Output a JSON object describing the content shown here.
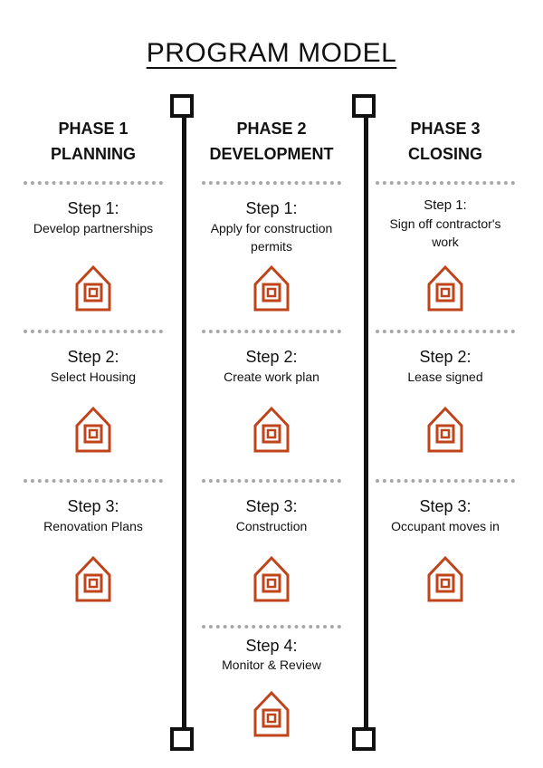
{
  "title": "PROGRAM MODEL",
  "colors": {
    "line": "#111111",
    "house": "#c0441a",
    "dots": "#a8a8a8"
  },
  "phases": [
    {
      "number": "PHASE 1",
      "name": "PLANNING",
      "steps": [
        {
          "title": "Step 1:",
          "desc": "Develop partnerships"
        },
        {
          "title": "Step 2:",
          "desc": "Select Housing"
        },
        {
          "title": "Step 3:",
          "desc": "Renovation Plans"
        }
      ]
    },
    {
      "number": "PHASE 2",
      "name": "DEVELOPMENT",
      "steps": [
        {
          "title": "Step 1:",
          "desc": "Apply for construction permits"
        },
        {
          "title": "Step 2:",
          "desc": "Create work plan"
        },
        {
          "title": "Step 3:",
          "desc": "Construction"
        },
        {
          "title": "Step 4:",
          "desc": "Monitor & Review"
        }
      ]
    },
    {
      "number": "PHASE 3",
      "name": "CLOSING",
      "steps": [
        {
          "title": "Step 1:",
          "desc": "Sign off contractor's work"
        },
        {
          "title": "Step 2:",
          "desc": "Lease signed"
        },
        {
          "title": "Step 3:",
          "desc": "Occupant moves in"
        }
      ]
    }
  ]
}
